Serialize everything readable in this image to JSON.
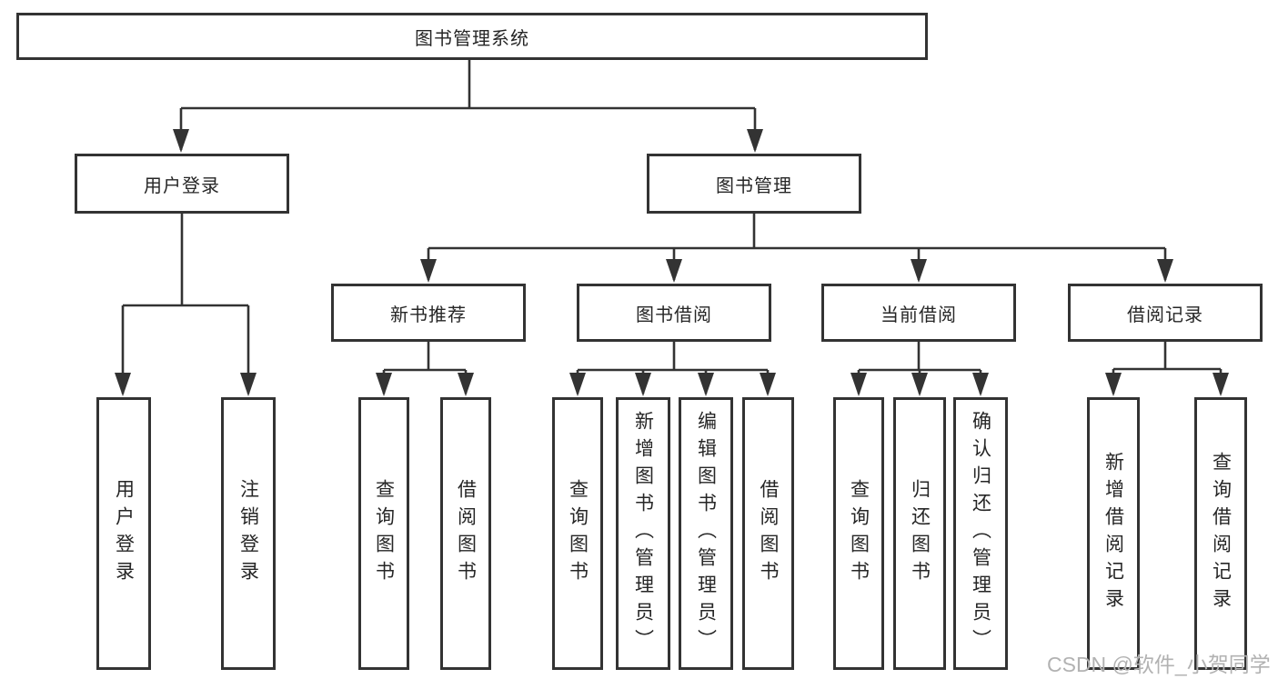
{
  "diagram": {
    "type": "hierarchy-tree",
    "title": "图书管理系统",
    "children": [
      {
        "label": "用户登录",
        "children": [
          {
            "label": "用户登录"
          },
          {
            "label": "注销登录"
          }
        ]
      },
      {
        "label": "图书管理",
        "children": [
          {
            "label": "新书推荐",
            "children": [
              {
                "label": "查询图书"
              },
              {
                "label": "借阅图书"
              }
            ]
          },
          {
            "label": "图书借阅",
            "children": [
              {
                "label": "查询图书"
              },
              {
                "label": "新增图书（管理员）"
              },
              {
                "label": "编辑图书（管理员）"
              },
              {
                "label": "借阅图书"
              }
            ]
          },
          {
            "label": "当前借阅",
            "children": [
              {
                "label": "查询图书"
              },
              {
                "label": "归还图书"
              },
              {
                "label": "确认归还（管理员）"
              }
            ]
          },
          {
            "label": "借阅记录",
            "children": [
              {
                "label": "新增借阅记录"
              },
              {
                "label": "查询借阅记录"
              }
            ]
          }
        ]
      }
    ]
  },
  "watermark": "CSDN @软件_小贺同学",
  "colors": {
    "line": "#333333",
    "box_border": "#333333",
    "box_fill": "#ffffff",
    "text": "#262626",
    "watermark_text": "#b2b2b2",
    "background": "#ffffff"
  }
}
